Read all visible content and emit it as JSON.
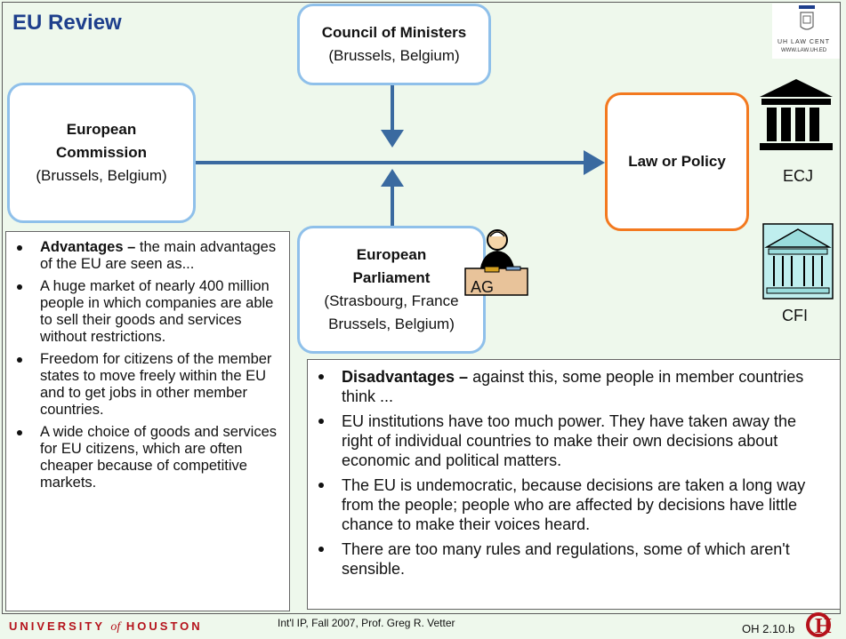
{
  "title": "EU Review",
  "logo": {
    "line1": "UH LAW CENT",
    "line2": "WWW.LAW.UH.ED"
  },
  "diagram": {
    "council": {
      "name": "Council of Ministers",
      "location": "(Brussels, Belgium)"
    },
    "commission": {
      "name_line1": "European",
      "name_line2": "Commission",
      "location": "(Brussels, Belgium)"
    },
    "parliament": {
      "name_line1": "European",
      "name_line2": "Parliament",
      "location_line1": "(Strasbourg, France",
      "location_line2": "Brussels, Belgium)"
    },
    "law": {
      "name": "Law or Policy"
    },
    "ecj_label": "ECJ",
    "cfi_label": "CFI",
    "ag_label": "AG"
  },
  "advantages": [
    {
      "lead": "Advantages –",
      "text": " the main advantages of the EU are seen as..."
    },
    {
      "lead": "",
      "text": "A huge market of nearly 400 million people in which companies are able to sell their goods and services without restrictions."
    },
    {
      "lead": "",
      "text": "Freedom for citizens of the member states to move freely within the EU and to get jobs in other member countries."
    },
    {
      "lead": "",
      "text": "A wide choice of goods and services for EU citizens, which are often cheaper because of competitive markets."
    }
  ],
  "disadvantages": [
    {
      "lead": "Disadvantages –",
      "text": " against this, some people in member countries think ..."
    },
    {
      "lead": "",
      "text": "EU institutions have too much power. They have taken away the right of individual countries to make their own decisions about economic and political matters."
    },
    {
      "lead": "",
      "text": "The EU is undemocratic, because decisions are taken a long way from the people; people who are affected by decisions have little chance to make their voices heard."
    },
    {
      "lead": "",
      "text": "There are too many rules and regulations, some of which aren't sensible."
    }
  ],
  "footer": {
    "university_a": "UNIVERSITY ",
    "university_of": "of",
    "university_b": " HOUSTON",
    "credit": "Int'l IP, Fall 2007, Prof. Greg R. Vetter",
    "page": "OH 2.10.b"
  },
  "colors": {
    "title": "#1e3f8c",
    "box_border": "#8fc0ea",
    "law_border": "#f3791f",
    "arrow": "#3a6aa0",
    "uh_red": "#b5121b"
  }
}
